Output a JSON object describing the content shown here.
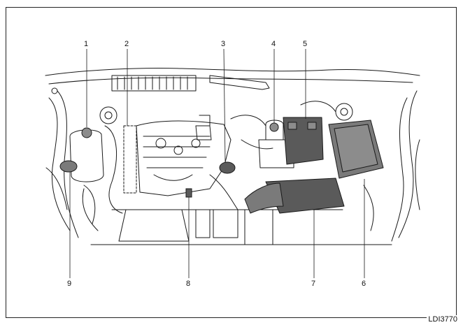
{
  "figure": {
    "code": "LDI3770",
    "callouts": [
      "1",
      "2",
      "3",
      "4",
      "5",
      "6",
      "7",
      "8",
      "9"
    ]
  },
  "colors": {
    "line": "#1a1a1a",
    "dark_fill": "#5a5a5a",
    "mid_fill": "#7a7a7a",
    "light_fill": "#8c8c8c",
    "background": "#ffffff"
  }
}
